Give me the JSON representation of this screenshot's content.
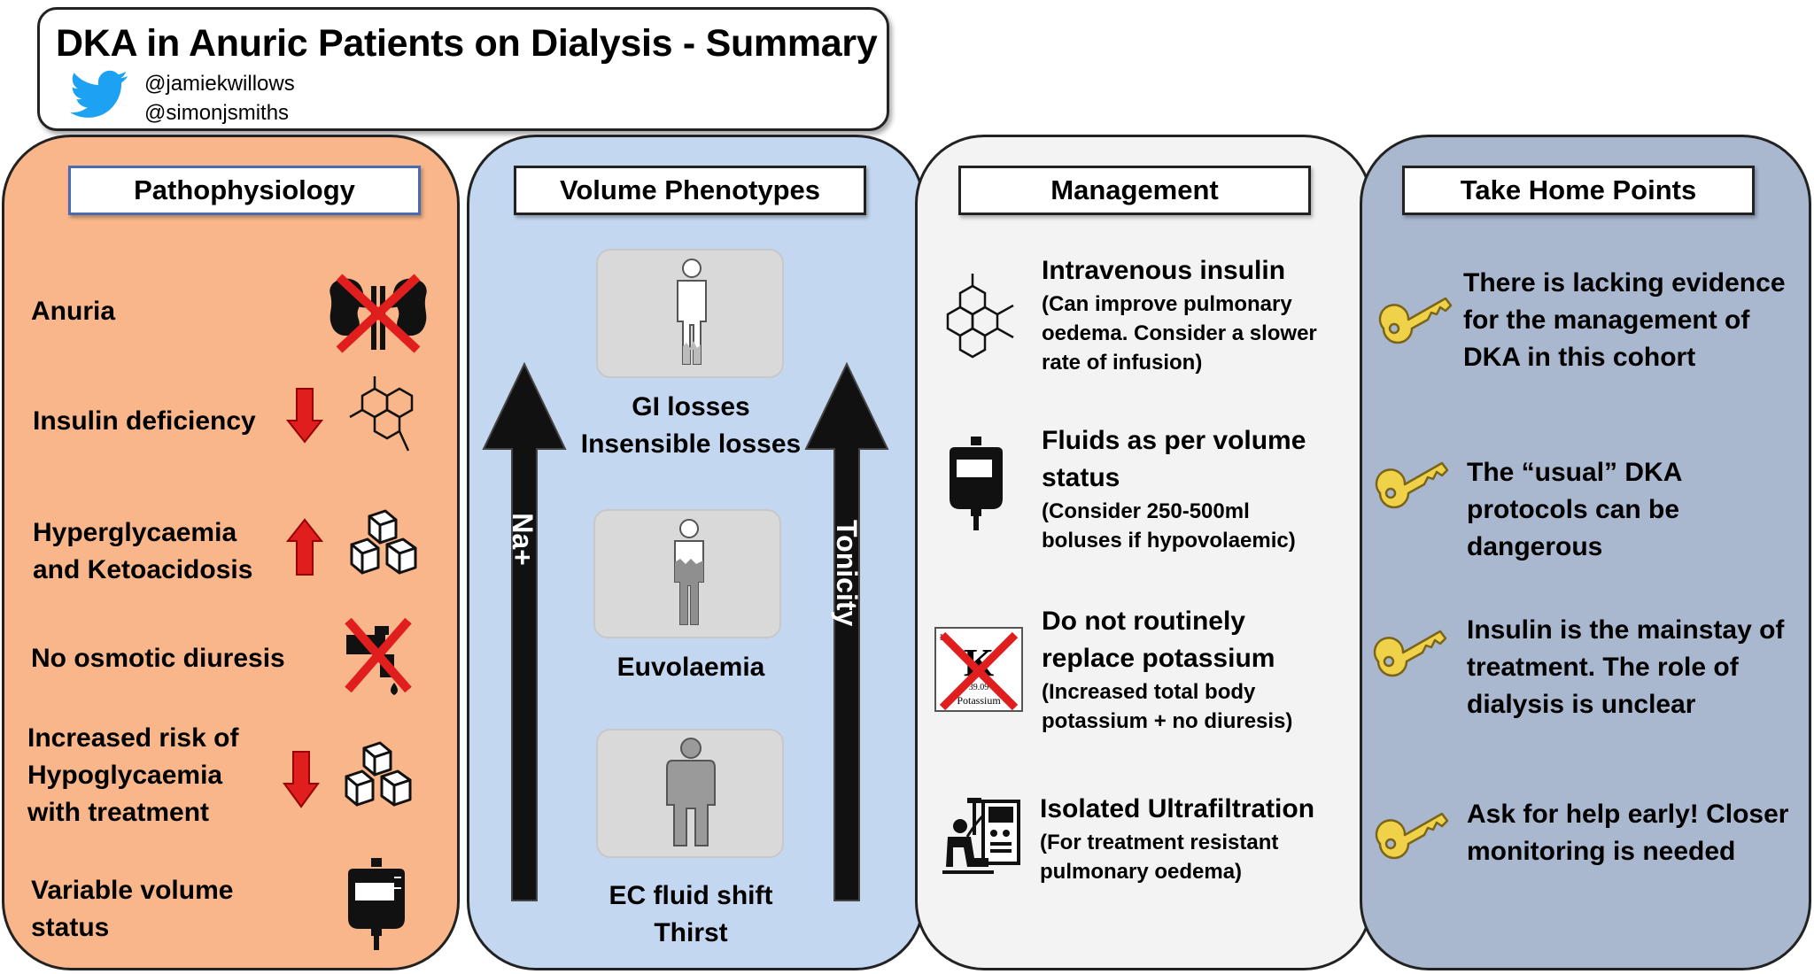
{
  "header": {
    "title": "DKA in Anuric Patients on Dialysis - Summary",
    "handles": [
      "@jamiekwillows",
      "@simonjsmiths"
    ],
    "icon": "twitter-bird-icon"
  },
  "colors": {
    "pathophysiology_bg": "#f8b68a",
    "phenotypes_bg": "#c4d7f1",
    "management_bg": "#f3f3f3",
    "takehome_bg": "#a9b7cf",
    "arrow_red": "#e01e1e",
    "cross_red": "#e01e1e",
    "key_gold": "#f0d24a"
  },
  "pathophysiology": {
    "title": "Pathophysiology",
    "items": [
      {
        "label_lines": [
          "Anuria"
        ],
        "arrow": "none",
        "icon": "crossed-kidneys-icon"
      },
      {
        "label_lines": [
          "Insulin deficiency"
        ],
        "arrow": "down",
        "icon": "insulin-molecule-icon"
      },
      {
        "label_lines": [
          "Hyperglycaemia",
          "and Ketoacidosis"
        ],
        "arrow": "up",
        "icon": "sugar-cubes-icon"
      },
      {
        "label_lines": [
          "No osmotic diuresis"
        ],
        "arrow": "none",
        "icon": "crossed-tap-icon"
      },
      {
        "label_lines": [
          "Increased risk of",
          "Hypoglycaemia",
          "with treatment"
        ],
        "arrow": "down",
        "icon": "sugar-cubes-icon"
      },
      {
        "label_lines": [
          "Variable volume",
          "status"
        ],
        "arrow": "none",
        "icon": "iv-bag-icon"
      }
    ]
  },
  "phenotypes": {
    "title": "Volume Phenotypes",
    "left_arrow_label": "Na+",
    "right_arrow_label": "Tonicity",
    "items": [
      {
        "label_lines": [
          "GI losses",
          "Insensible losses"
        ],
        "icon": "dehydrated-person-icon"
      },
      {
        "label_lines": [
          "Euvolaemia"
        ],
        "icon": "euvolaemic-person-icon"
      },
      {
        "label_lines": [
          "EC fluid shift",
          "Thirst"
        ],
        "icon": "overloaded-person-icon"
      }
    ]
  },
  "management": {
    "title": "Management",
    "items": [
      {
        "heading_lines": [
          "Intravenous insulin"
        ],
        "note_lines": [
          "(Can improve pulmonary",
          "oedema. Consider a slower",
          "rate of infusion)"
        ],
        "icon": "insulin-molecule-icon"
      },
      {
        "heading_lines": [
          "Fluids as per volume",
          "status"
        ],
        "note_lines": [
          "(Consider 250-500ml",
          "boluses if hypovolaemic)"
        ],
        "icon": "iv-bag-icon"
      },
      {
        "heading_lines": [
          "Do not routinely",
          "replace potassium"
        ],
        "note_lines": [
          "(Increased total body",
          "potassium + no diuresis)"
        ],
        "icon": "crossed-potassium-icon",
        "element": {
          "number": "19",
          "symbol": "K",
          "mass": "39.09",
          "name": "Potassium"
        }
      },
      {
        "heading_lines": [
          "Isolated Ultrafiltration"
        ],
        "note_lines": [
          "(For treatment resistant",
          "pulmonary oedema)"
        ],
        "icon": "dialysis-machine-icon"
      }
    ]
  },
  "takehome": {
    "title": "Take Home Points",
    "items": [
      {
        "lines": [
          "There is lacking evidence",
          "for the management of",
          "DKA in this cohort"
        ],
        "icon": "key-icon"
      },
      {
        "lines": [
          "The “usual” DKA",
          "protocols can be",
          "dangerous"
        ],
        "icon": "key-icon"
      },
      {
        "lines": [
          "Insulin is the mainstay of",
          "treatment. The role of",
          "dialysis is unclear"
        ],
        "icon": "key-icon"
      },
      {
        "lines": [
          "Ask for help early! Closer",
          "monitoring is needed"
        ],
        "icon": "key-icon"
      }
    ]
  }
}
